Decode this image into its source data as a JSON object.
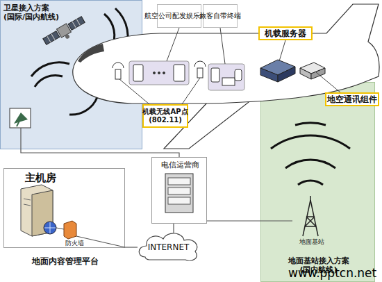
{
  "diagram": {
    "nodes": [
      {
        "text": [
          "卫星接入方案 (国际/国内航线)"
        ]
      },
      {
        "text": [
          "航空公司配发娱乐终端"
        ]
      },
      {
        "text": [
          "旅客自带终端"
        ]
      },
      {
        "text": [
          "机载服务器"
        ]
      },
      {
        "text": [
          "地空通讯组件"
        ]
      },
      {
        "text": [
          "机载无线AP点 (802.11)"
        ]
      },
      {
        "text": [
          "地面基站接入方案 (国内航线)"
        ]
      },
      {
        "text": [
          "电信运营商"
        ]
      },
      {
        "text": [
          "地面基站"
        ],
        "in": 6
      },
      {
        "text": [
          "主机房",
          "地面内容管理平台"
        ]
      },
      {
        "text": [
          "INTERNET"
        ]
      }
    ],
    "edges": [
      {
        "from": 0,
        "to": 7,
        "arrow": "none"
      },
      {
        "from": 7,
        "to": 10,
        "arrow": "none"
      },
      {
        "from": 10,
        "to": 9,
        "arrow": "none"
      },
      {
        "from": 7,
        "to": 8,
        "arrow": "none"
      }
    ],
    "labels": [
      "防火墙",
      "www.pptcn.net"
    ]
  }
}
